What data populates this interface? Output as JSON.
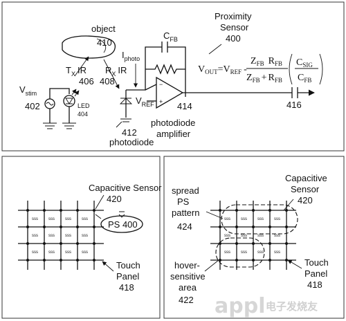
{
  "panel_top": {
    "vstim": "V",
    "vstim_sub": "stim",
    "vstim_num": "402",
    "led_label": "LED",
    "led_num": "404",
    "tx": "T",
    "tx_sub": "X",
    "tx_ir": "IR",
    "tx_num": "406",
    "rx": "R",
    "rx_sub": "X",
    "rx_ir": "IR",
    "rx_num": "408",
    "object_label": "object",
    "object_num": "410",
    "photodiode_num": "412",
    "photodiode_label": "photodiode",
    "iphoto": "I",
    "iphoto_sub": "photo",
    "cfb": "C",
    "cfb_sub": "FB",
    "vref": "V",
    "vref_sub": "REF",
    "amp_num": "414",
    "amp_label_1": "photodiode",
    "amp_label_2": "amplifier",
    "prox_1": "Proximity",
    "prox_2": "Sensor",
    "prox_num": "400",
    "vout": "V",
    "vout_sub": "OUT",
    "eq_equals": "=V",
    "eq_vref_sub": "REF",
    "eq_minus": "-",
    "z": "Z",
    "z_sub": "FB",
    "r": "R",
    "r_sub": "FB",
    "plus": "+",
    "csig": "C",
    "csig_sub": "SIG",
    "cfb2": "C",
    "cfb2_sub": "FB",
    "out_num": "416"
  },
  "panel_left": {
    "cap_label": "Capacitive Sensor",
    "cap_num": "420",
    "ps_label": "PS 400",
    "touch_1": "Touch",
    "touch_2": "Panel",
    "touch_num": "418",
    "cell_text": "sss"
  },
  "panel_right": {
    "cap_1": "Capacitive",
    "cap_2": "Sensor",
    "cap_num": "420",
    "spread_1": "spread",
    "spread_2": "PS",
    "spread_3": "pattern",
    "spread_num": "424",
    "hover_1": "hover-",
    "hover_2": "sensitive",
    "hover_3": "area",
    "hover_num": "422",
    "touch_1": "Touch",
    "touch_2": "Panel",
    "touch_num": "418"
  },
  "watermark": {
    "main": "appl",
    "side": "电子发烧友"
  }
}
